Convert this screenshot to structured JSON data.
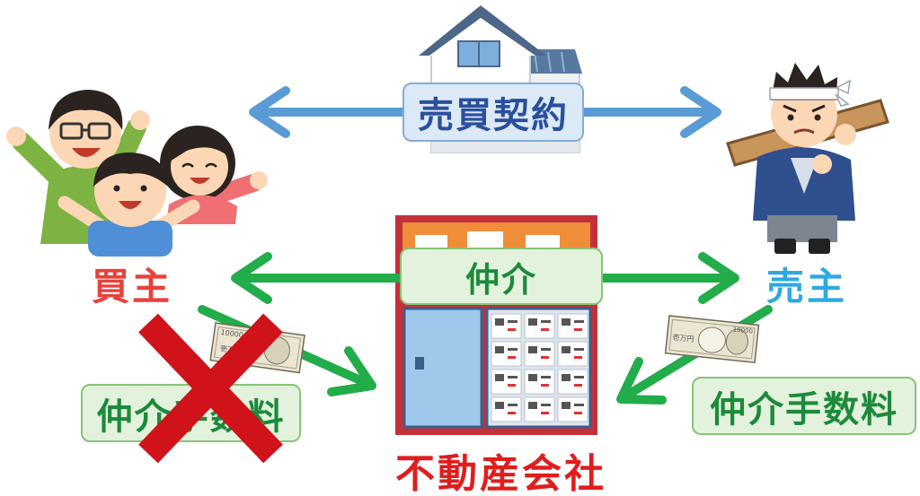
{
  "contract": {
    "label": "売買契約"
  },
  "brokerage": {
    "label": "仲介"
  },
  "buyer": {
    "label": "買主"
  },
  "seller": {
    "label": "売主"
  },
  "fee_buyer": {
    "label": "仲介手数料",
    "crossed_out": true
  },
  "fee_seller": {
    "label": "仲介手数料"
  },
  "agency": {
    "label": "不動産会社"
  },
  "bill": {
    "number": "10000",
    "denomination": "壱万円"
  },
  "icons": [
    "house-icon",
    "buyer-family-icon",
    "seller-carpenter-icon",
    "real-estate-office-icon",
    "banknote-icon",
    "cross-mark-icon"
  ],
  "colors": {
    "contract_arrow": "#5b9bd5",
    "brokerage_arrow": "#22ac4a",
    "buyer_text": "#e8413b",
    "seller_text": "#2ea9e0",
    "agency_text": "#e01d1d",
    "cross_mark": "#d0121b"
  }
}
